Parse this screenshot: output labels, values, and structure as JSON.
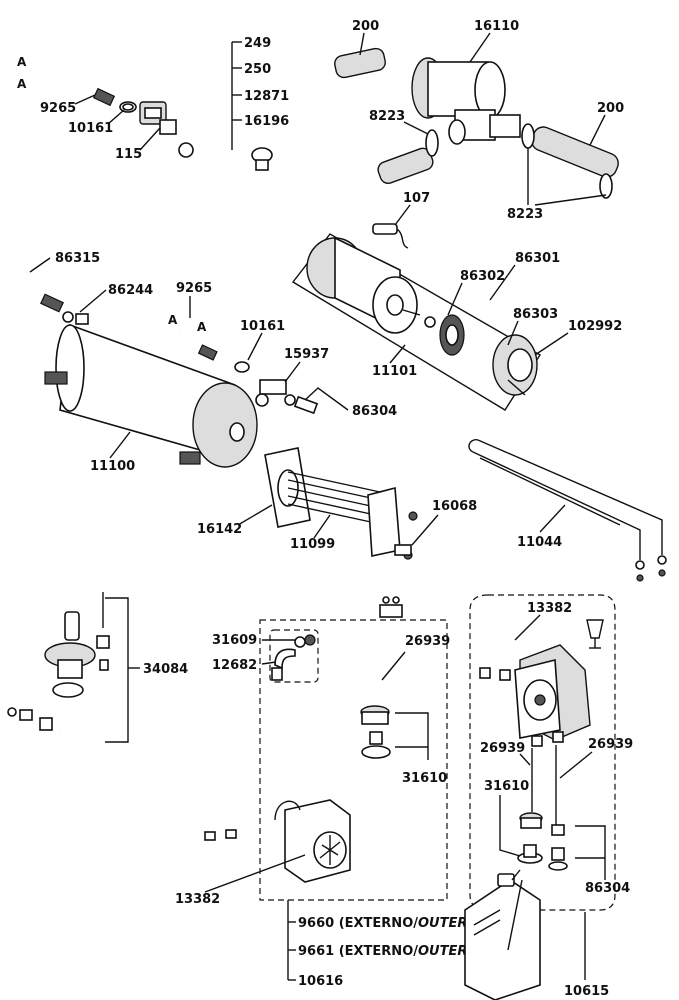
{
  "labels": {
    "l249": "249",
    "l250": "250",
    "l12871": "12871",
    "l16196": "16196",
    "l200a": "200",
    "l16110": "16110",
    "l200b": "200",
    "l8223a": "8223",
    "l8223b": "8223",
    "l9265a": "9265",
    "l10161a": "10161",
    "l115": "115",
    "l107": "107",
    "l86315": "86315",
    "l86244": "86244",
    "l9265b": "9265",
    "l86302": "86302",
    "l86301": "86301",
    "l86303": "86303",
    "l102992": "102992",
    "l10161b": "10161",
    "l15937": "15937",
    "l11101": "11101",
    "l86304a": "86304",
    "l11100": "11100",
    "l16068": "16068",
    "l16142": "16142",
    "l11099": "11099",
    "l11044": "11044",
    "l34084": "34084",
    "l31609": "31609",
    "l12682": "12682",
    "l26939a": "26939",
    "l13382a": "13382",
    "l26939b": "26939",
    "l26939c": "26939",
    "l31610a": "31610",
    "l31610b": "31610",
    "l86304b": "86304",
    "l13382b": "13382",
    "l9660": "9660 (EXTERNO/",
    "l9660i": "OUTER)",
    "l9661": "9661 (EXTERNO/",
    "l9661i": "OUTER)",
    "l10616": "10616",
    "l10615": "10615",
    "markA1": "A",
    "markA2": "A",
    "markA3": "A",
    "markA4": "A"
  }
}
